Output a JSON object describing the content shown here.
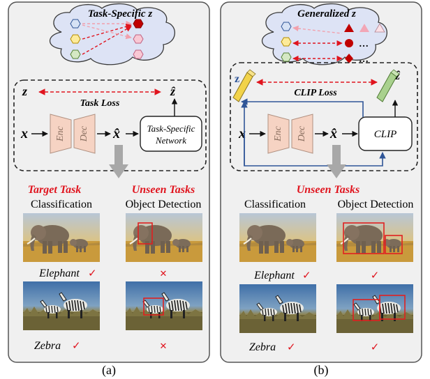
{
  "panel_a": {
    "cloud_title": "Task-Specific z",
    "latent_z": "z",
    "latent_z_hat": "ẑ",
    "loss_label": "Task Loss",
    "input_x": "x",
    "encoder": "Enc",
    "decoder": "Dec",
    "recon_x_hat": "x̂",
    "network_line1": "Task-Specific",
    "network_line2": "Network",
    "target_heading": "Target Task",
    "unseen_heading": "Unseen Tasks",
    "col_left": "Classification",
    "col_right": "Object Detection",
    "label_row1": "Elephant",
    "label_row2": "Zebra",
    "caption": "(a)"
  },
  "panel_b": {
    "cloud_title": "Generalized z",
    "ellipsis": "…",
    "latent_z": "z",
    "latent_z_hat": "ẑ",
    "loss_label": "CLIP Loss",
    "input_x": "x",
    "encoder": "Enc",
    "decoder": "Dec",
    "recon_x_hat": "x̂",
    "clip_box": "CLIP",
    "unseen_heading": "Unseen Tasks",
    "col_left": "Classification",
    "col_right": "Object Detection",
    "label_row1": "Elephant",
    "label_row2": "Zebra",
    "caption": "(b)"
  },
  "marks": {
    "check": "✓",
    "cross": "✕"
  },
  "colors": {
    "panel_bg": "#f0f0f0",
    "cloud_fill": "#dde3f5",
    "arrow_red": "#e0141e",
    "arrow_blue": "#2f5597",
    "encdec_fill": "#f6d3c3",
    "hex_blue": "#d7e2f5",
    "hex_yellow": "#fdeb9a",
    "hex_green": "#d5e8c4",
    "hex_red": "#c00000",
    "hex_pink": "#f8c8d4",
    "z_bar_yellow": "#f2d34a",
    "z_bar_green": "#a9d18e",
    "bbox_red": "#e02020"
  }
}
